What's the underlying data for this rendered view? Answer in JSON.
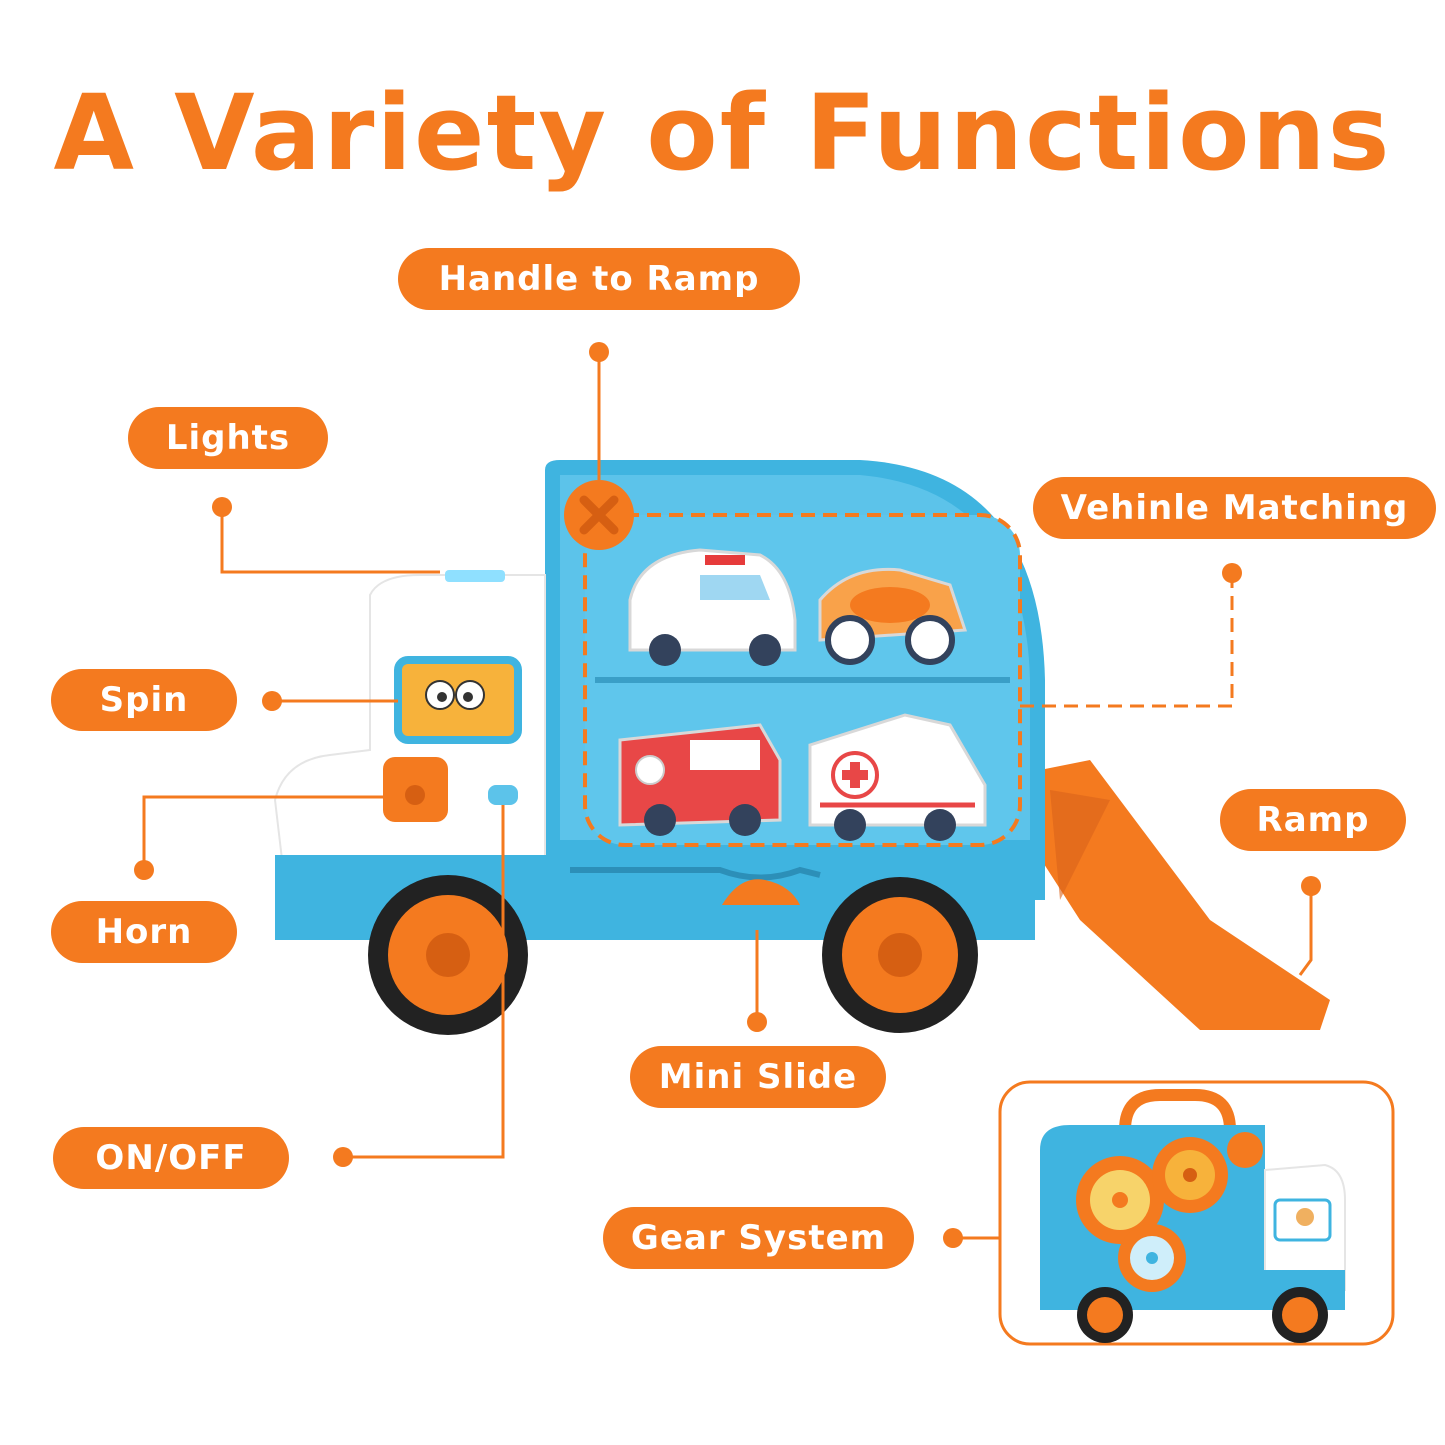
{
  "title": "A Variety of Functions",
  "labels": {
    "handle_to_ramp": "Handle to Ramp",
    "lights": "Lights",
    "vehicle_matching": "Vehinle Matching",
    "spin": "Spin",
    "horn": "Horn",
    "ramp": "Ramp",
    "mini_slide": "Mini Slide",
    "on_off": "ON/OFF",
    "gear_system": "Gear System"
  },
  "colors": {
    "accent": "#f47a1f",
    "truck_blue": "#3fb4e0",
    "truck_white": "#ffffff"
  }
}
